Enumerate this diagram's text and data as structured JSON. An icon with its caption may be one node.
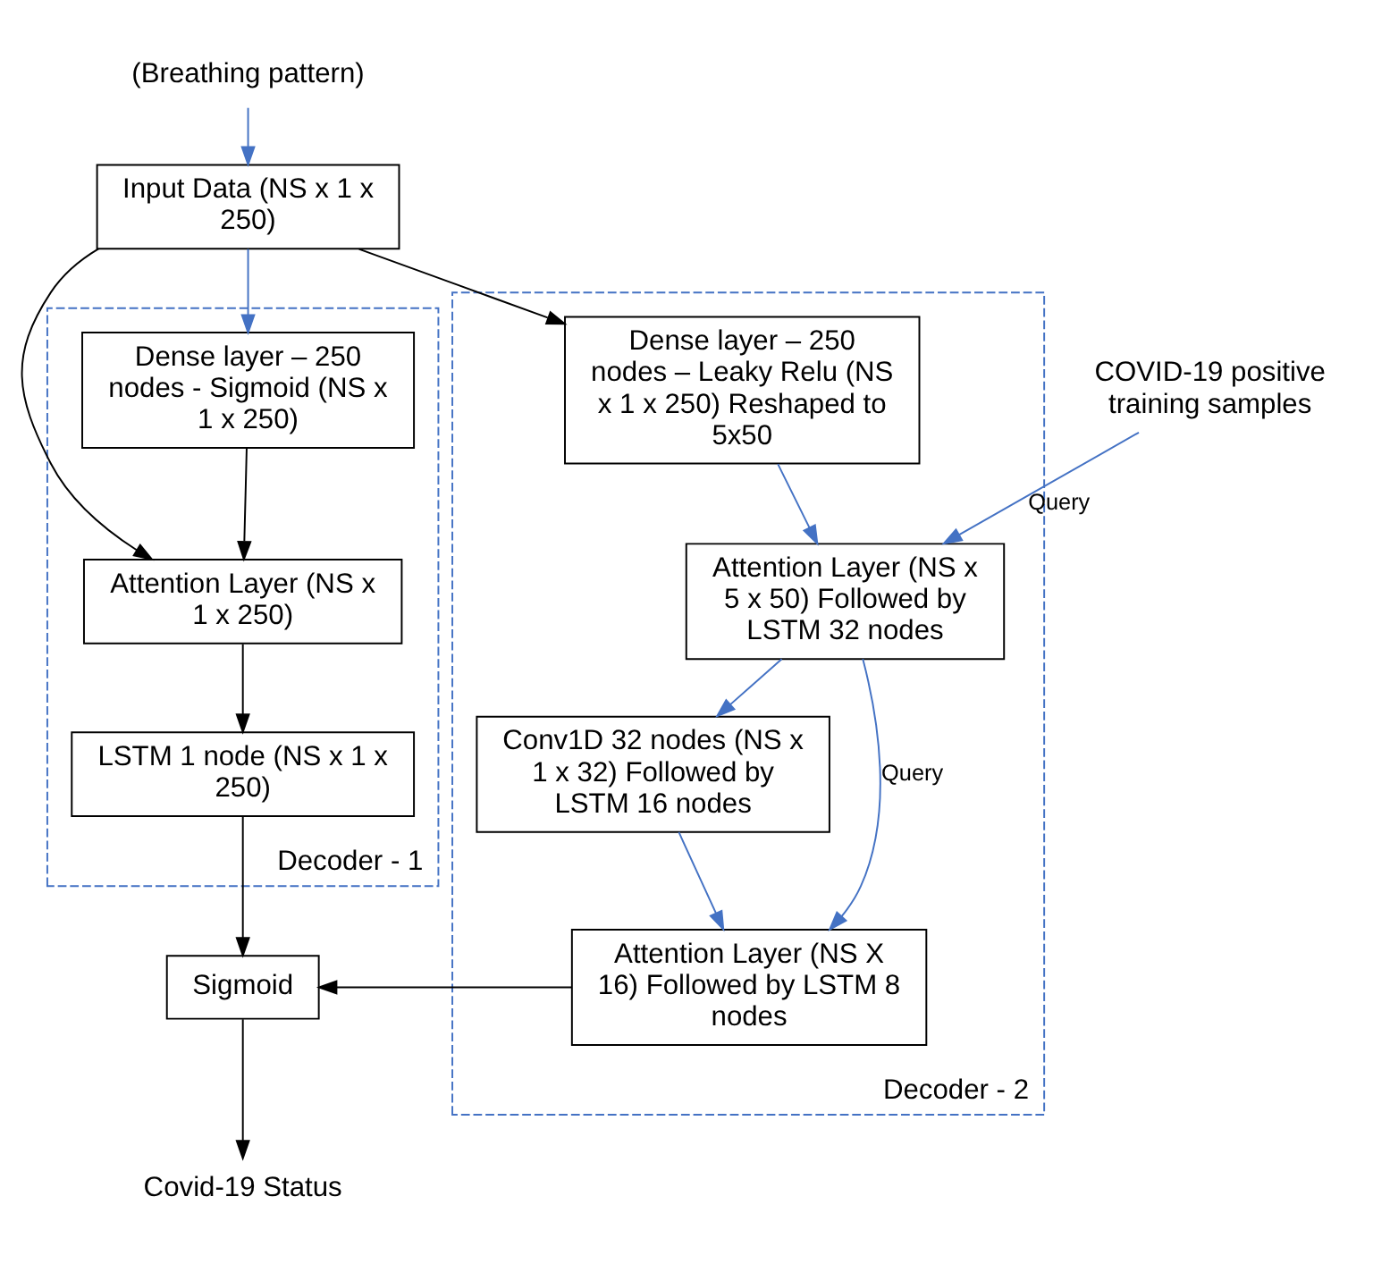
{
  "diagram": {
    "nodes": [
      {
        "text": [
          "(Breathing pattern)"
        ]
      },
      {
        "text": [
          "Input Data (NS x 1 x 250)"
        ]
      },
      {
        "text": [
          "Decoder - 1"
        ]
      },
      {
        "text": [
          "Dense layer – 250 nodes - Sigmoid (NS x 1 x 250)"
        ],
        "in": 2
      },
      {
        "text": [
          "Attention Layer (NS x 1 x 250)"
        ],
        "in": 2
      },
      {
        "text": [
          "LSTM 1 node (NS x 1 x 250)"
        ],
        "in": 2
      },
      {
        "text": [
          "Sigmoid"
        ]
      },
      {
        "text": [
          "Covid-19 Status"
        ]
      },
      {
        "text": [
          "Decoder - 2"
        ]
      },
      {
        "text": [
          "Dense layer – 250 nodes – Leaky Relu (NS x 1 x 250) Reshaped to 5x50"
        ],
        "in": 8
      },
      {
        "text": [
          "COVID-19 positive training samples"
        ]
      },
      {
        "text": [
          "Attention Layer (NS x 5 x 50) Followed by LSTM 32 nodes"
        ],
        "in": 8
      },
      {
        "text": [
          "Conv1D 32 nodes (NS x 1 x 32) Followed by LSTM 16 nodes"
        ],
        "in": 8
      },
      {
        "text": [
          "Attention Layer (NS X 16) Followed by LSTM 8 nodes"
        ],
        "in": 8
      }
    ],
    "edges": [
      {
        "from": 0,
        "to": 1,
        "arrow": "to"
      },
      {
        "from": 1,
        "to": 3,
        "arrow": "to"
      },
      {
        "from": 1,
        "to": 4,
        "arrow": "to",
        "color": "#000000"
      },
      {
        "from": 3,
        "to": 4,
        "arrow": "to",
        "color": "#000000"
      },
      {
        "from": 4,
        "to": 5,
        "arrow": "to",
        "color": "#000000"
      },
      {
        "from": 5,
        "to": 6,
        "arrow": "to",
        "color": "#000000"
      },
      {
        "from": 6,
        "to": 7,
        "arrow": "to",
        "color": "#000000"
      },
      {
        "from": 1,
        "to": 9,
        "arrow": "to",
        "color": "#000000"
      },
      {
        "from": 9,
        "to": 11,
        "arrow": "to"
      },
      {
        "from": 10,
        "to": 11,
        "arrow": "to",
        "label": "Query"
      },
      {
        "from": 11,
        "to": 12,
        "arrow": "to"
      },
      {
        "from": 11,
        "to": 13,
        "arrow": "to",
        "label": "Query"
      },
      {
        "from": 12,
        "to": 13,
        "arrow": "to"
      },
      {
        "from": 13,
        "to": 6,
        "arrow": "to",
        "color": "#000000"
      }
    ]
  }
}
